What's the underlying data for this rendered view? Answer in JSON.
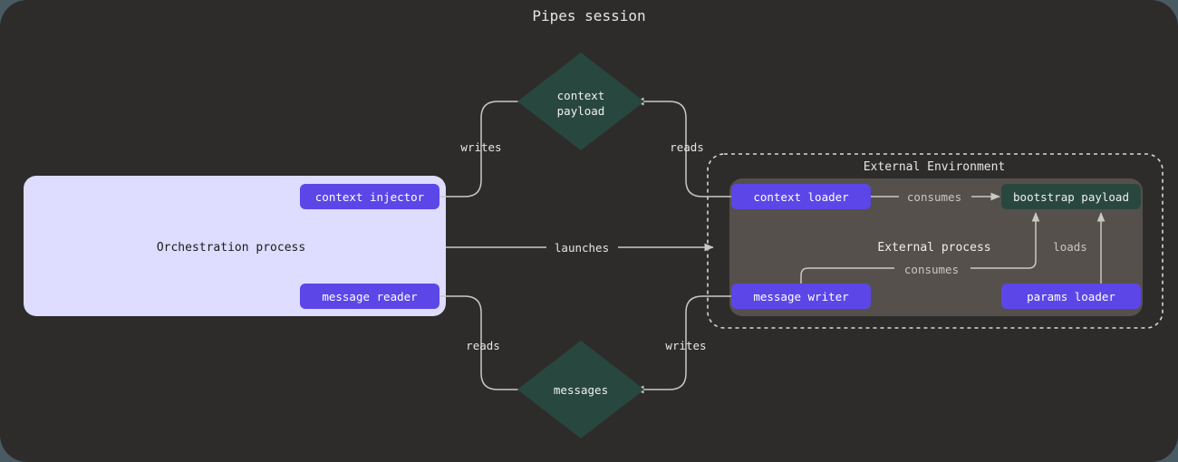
{
  "title": "Pipes session",
  "colors": {
    "page_background": "#4a5a63",
    "canvas_background": "#2e2c2b",
    "panel_orchestration_fill": "#dedcff",
    "panel_external_process_fill": "#55504c",
    "pill_purple": "#5c46e8",
    "asset_teal": "#28483f",
    "edge_stroke": "#c9c9c4",
    "text_light": "#e8e6e3",
    "text_dark": "#1c1c1c",
    "dashed_border": "#d8d6d2"
  },
  "canvas": {
    "name": "pipes-session-canvas"
  },
  "orchestration_panel": {
    "label": "Orchestration process",
    "nodes": [
      {
        "id": "context-injector",
        "label": "context injector",
        "shape": "pill",
        "color": "#5c46e8"
      },
      {
        "id": "message-reader",
        "label": "message reader",
        "shape": "pill",
        "color": "#5c46e8"
      }
    ]
  },
  "assets": [
    {
      "id": "context-payload",
      "label": "context payload",
      "lines": [
        "context",
        "payload"
      ],
      "shape": "diamond",
      "color": "#28483f"
    },
    {
      "id": "messages",
      "label": "messages",
      "lines": [
        "messages"
      ],
      "shape": "diamond",
      "color": "#28483f"
    }
  ],
  "external_environment": {
    "label": "External Environment",
    "border": "dashed",
    "process": {
      "label": "External process",
      "nodes": [
        {
          "id": "context-loader",
          "label": "context loader",
          "shape": "pill",
          "color": "#5c46e8"
        },
        {
          "id": "message-writer",
          "label": "message writer",
          "shape": "pill",
          "color": "#5c46e8"
        },
        {
          "id": "params-loader",
          "label": "params loader",
          "shape": "pill",
          "color": "#5c46e8"
        },
        {
          "id": "bootstrap-payload",
          "label": "bootstrap payload",
          "shape": "rect",
          "color": "#28483f"
        }
      ]
    }
  },
  "edges": [
    {
      "id": "injector-writes-context",
      "label": "writes",
      "from": "context-injector",
      "to": "context-payload"
    },
    {
      "id": "loader-reads-context",
      "label": "reads",
      "from": "context-loader",
      "to": "context-payload"
    },
    {
      "id": "orchestration-launches-external",
      "label": "launches",
      "from": "orchestration-process",
      "to": "external-environment"
    },
    {
      "id": "reader-reads-messages",
      "label": "reads",
      "from": "message-reader",
      "to": "messages"
    },
    {
      "id": "writer-writes-messages",
      "label": "writes",
      "from": "message-writer",
      "to": "messages"
    },
    {
      "id": "context-loader-consumes-bootstrap",
      "label": "consumes",
      "from": "context-loader",
      "to": "bootstrap-payload"
    },
    {
      "id": "message-writer-consumes-bootstrap",
      "label": "consumes",
      "from": "message-writer",
      "to": "bootstrap-payload"
    },
    {
      "id": "params-loader-loads-bootstrap",
      "label": "loads",
      "from": "params-loader",
      "to": "bootstrap-payload"
    }
  ]
}
